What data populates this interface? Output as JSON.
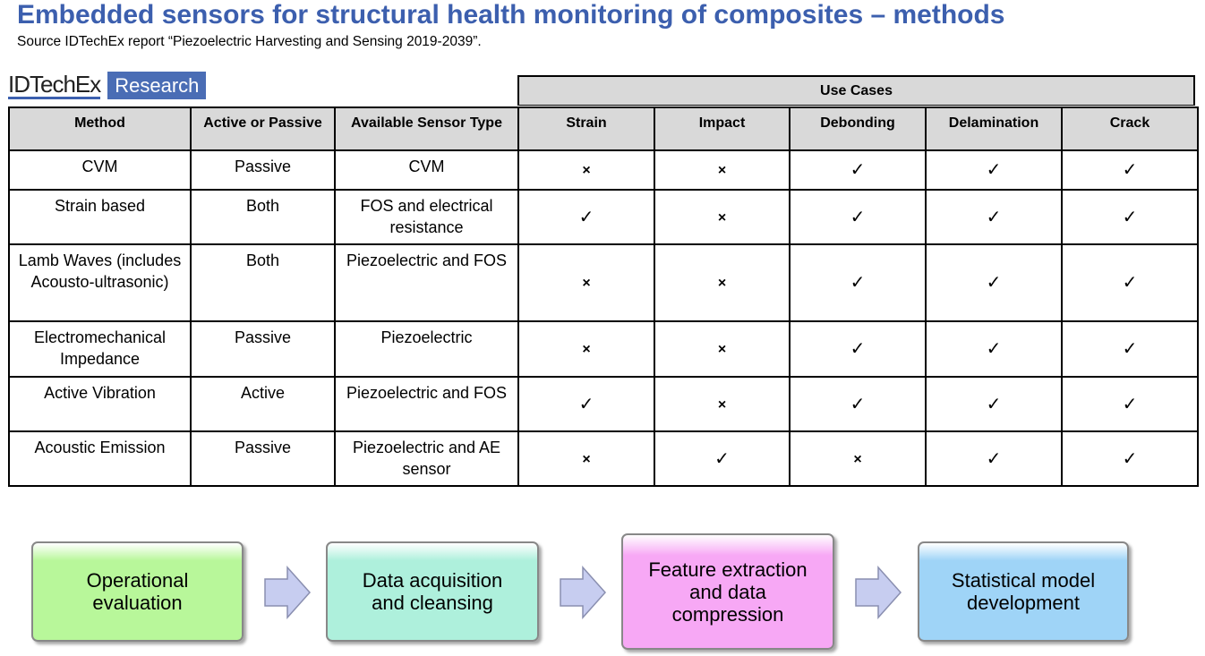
{
  "header": {
    "title": "Embedded sensors for structural health monitoring of composites – methods",
    "source": "Source IDTechEx report “Piezoelectric Harvesting and Sensing 2019-2039”."
  },
  "logo": {
    "brand": "IDTechEx",
    "tag": "Research"
  },
  "table": {
    "group_header": "Use Cases",
    "columns": [
      "Method",
      "Active or Passive",
      "Available Sensor Type",
      "Strain",
      "Impact",
      "Debonding",
      "Delamination",
      "Crack"
    ],
    "rows": [
      {
        "method": "CVM",
        "mode": "Passive",
        "sensor": "CVM",
        "marks": [
          "x",
          "x",
          "check",
          "check",
          "check"
        ]
      },
      {
        "method": "Strain based",
        "mode": "Both",
        "sensor": "FOS and electrical resistance",
        "marks": [
          "check",
          "x",
          "check",
          "check",
          "check"
        ]
      },
      {
        "method": "Lamb Waves (includes Acousto-ultrasonic)",
        "mode": "Both",
        "sensor": "Piezoelectric and FOS",
        "marks": [
          "x",
          "x",
          "check",
          "check",
          "check"
        ]
      },
      {
        "method": "Electromechanical Impedance",
        "mode": "Passive",
        "sensor": "Piezoelectric",
        "marks": [
          "x",
          "x",
          "check",
          "check",
          "check"
        ]
      },
      {
        "method": "Active Vibration",
        "mode": "Active",
        "sensor": "Piezoelectric and FOS",
        "marks": [
          "check",
          "x",
          "check",
          "check",
          "check"
        ]
      },
      {
        "method": "Acoustic Emission",
        "mode": "Passive",
        "sensor": "Piezoelectric and AE sensor",
        "marks": [
          "x",
          "check",
          "x",
          "check",
          "check"
        ]
      }
    ],
    "mark_glyphs": {
      "check": "✓",
      "x": "×"
    }
  },
  "flow": {
    "stages": [
      {
        "label": "Operational evaluation",
        "color": "#b8f79a"
      },
      {
        "label": "Data acquisition and cleansing",
        "color": "#aef0dc"
      },
      {
        "label": "Feature extraction and data compression",
        "color": "#f7a8f5"
      },
      {
        "label": "Statistical model development",
        "color": "#9fd4f7"
      }
    ],
    "arrow_color": "#c7cdf0"
  }
}
